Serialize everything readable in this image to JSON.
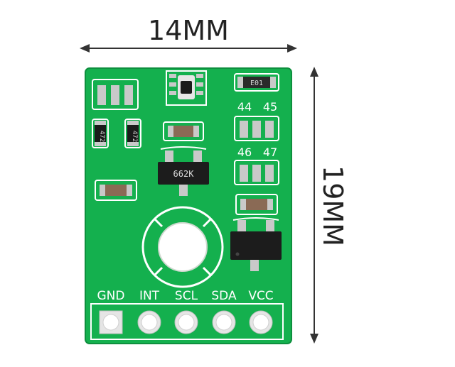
{
  "dimensions": {
    "width_label": "14MM",
    "height_label": "19MM"
  },
  "board": {
    "color": "#14b04e",
    "silk_color": "#ffffff",
    "resistor_labels": [
      "472",
      "472"
    ],
    "transistor_label": "662K",
    "cap_label": "E01",
    "jumper_labels": [
      "44",
      "45",
      "46",
      "47"
    ],
    "pins": [
      "GND",
      "INT",
      "SCL",
      "SDA",
      "VCC"
    ]
  }
}
